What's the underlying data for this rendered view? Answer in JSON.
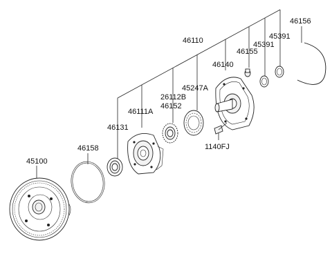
{
  "labels": {
    "p46156": "46156",
    "p46110": "46110",
    "p45391a": "45391",
    "p46155": "46155",
    "p45391b": "45391",
    "p46140": "46140",
    "p45247a": "45247A",
    "p26112b": "26112B",
    "p46152": "46152",
    "p46111a": "46111A",
    "p46131": "46131",
    "p46158": "46158",
    "p45100": "45100",
    "p1140fj": "1140FJ"
  }
}
